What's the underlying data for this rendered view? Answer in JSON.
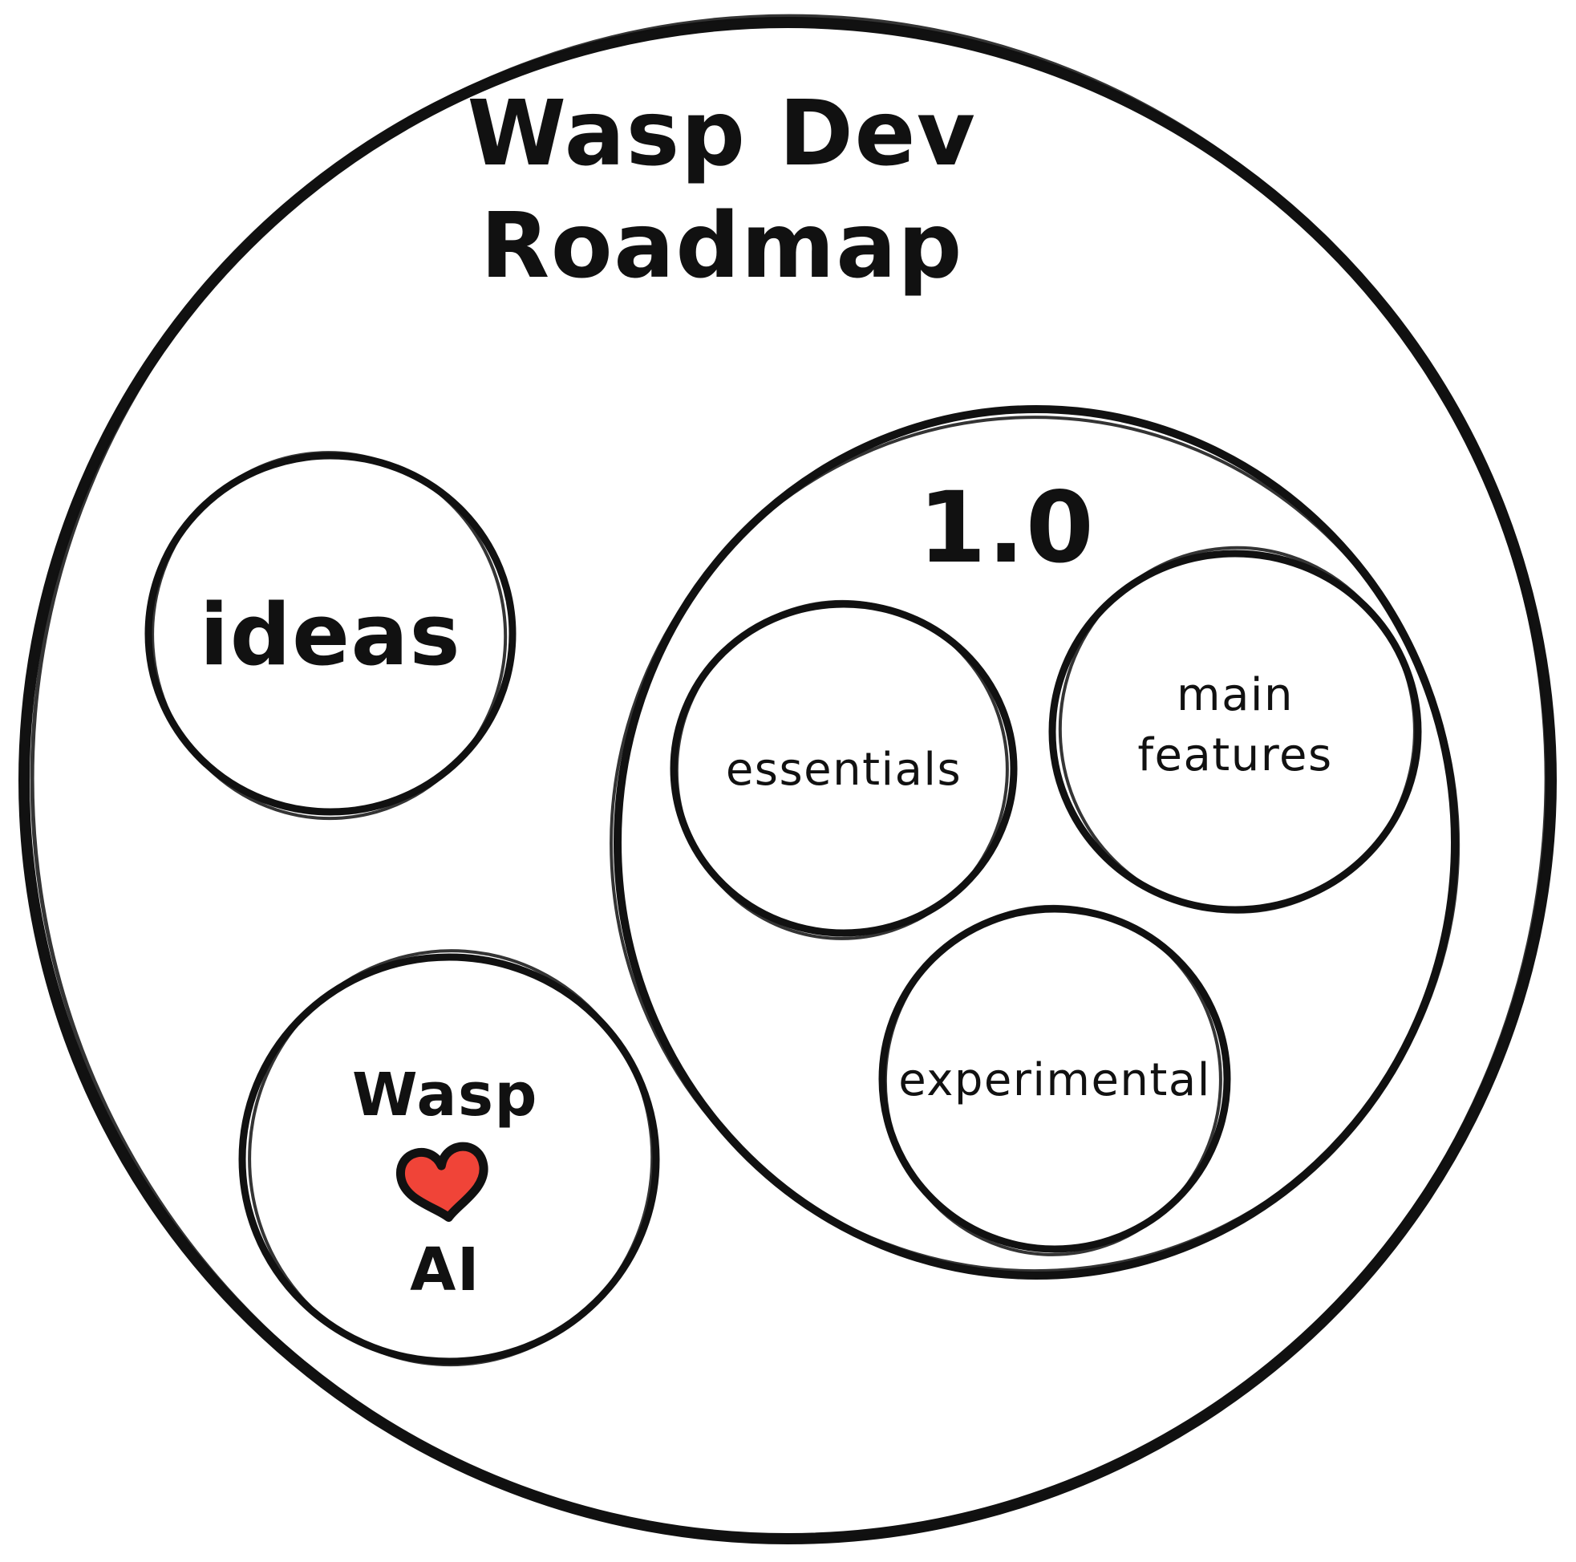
{
  "diagram": {
    "title": {
      "line1": "Wasp Dev",
      "line2": "Roadmap"
    },
    "version_group": {
      "label": "1.0"
    },
    "nodes": {
      "ideas": {
        "label": "ideas"
      },
      "wasp_ai": {
        "line1": "Wasp",
        "line2": "AI",
        "icon": "heart-icon"
      },
      "essentials": {
        "label": "essentials"
      },
      "main_features": {
        "line1": "main",
        "line2": "features"
      },
      "experimental": {
        "label": "experimental"
      }
    },
    "colors": {
      "ink": "#111111",
      "background": "#ffffff",
      "heart_fill": "#f04438"
    }
  }
}
